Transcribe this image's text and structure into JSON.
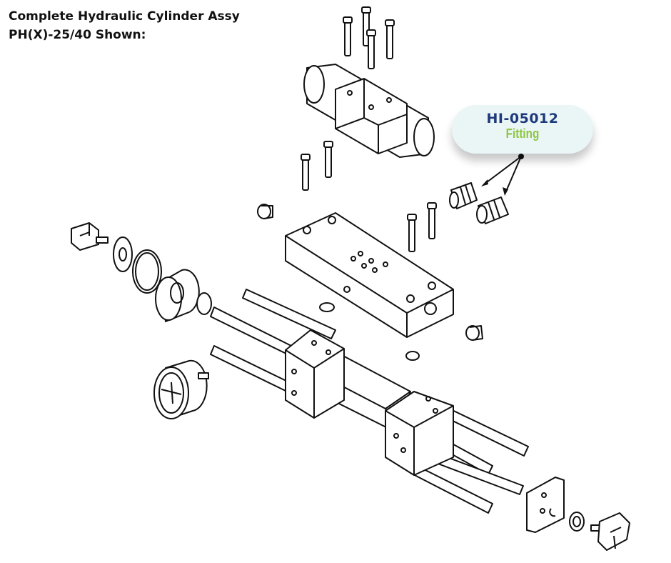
{
  "title": {
    "line1": "Complete Hydraulic Cylinder Assy",
    "line2": "PH(X)-25/40 Shown:"
  },
  "callout": {
    "part_number": "HI-05012",
    "description": "Fitting",
    "colors": {
      "part_number": "#1f3a7a",
      "description": "#8cc63f",
      "background": "#eaf5f6"
    }
  }
}
